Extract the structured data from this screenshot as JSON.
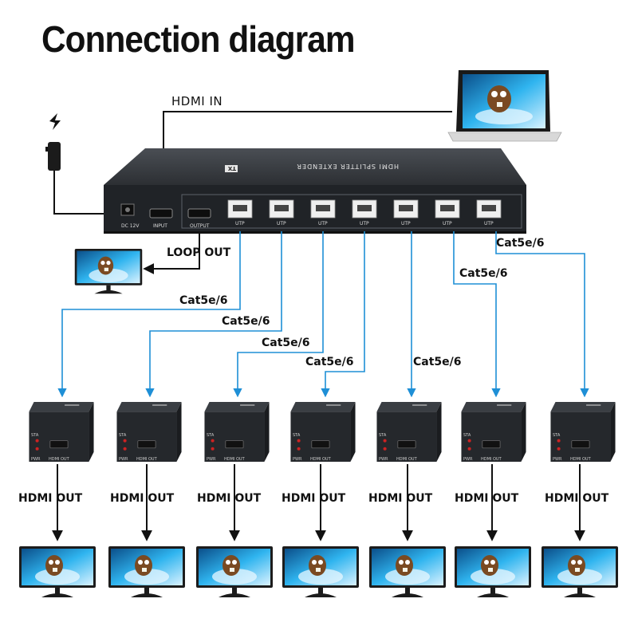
{
  "title": "Connection diagram",
  "hdmi_in_label": "HDMI IN",
  "loop_out_label": "LOOP  OUT",
  "cable_label": "Cat5e/6",
  "hdmi_out_label": "HDMI  OUT",
  "splitter": {
    "name": "HDMI SPLITTER  EXTENDER",
    "badge": "TX",
    "ports": {
      "dc": "DC 12V",
      "input": "INPUT",
      "output": "OUTPUT",
      "utp": "UTP"
    }
  },
  "receiver": {
    "sta": "STA",
    "pwr": "PWR",
    "hdmi_out": "HDMI OUT"
  },
  "receiver_count": 7,
  "colors": {
    "cable_blue": "#1e8fd6",
    "device_body": "#2a2d31",
    "screen_blue": "#1da3e6"
  }
}
